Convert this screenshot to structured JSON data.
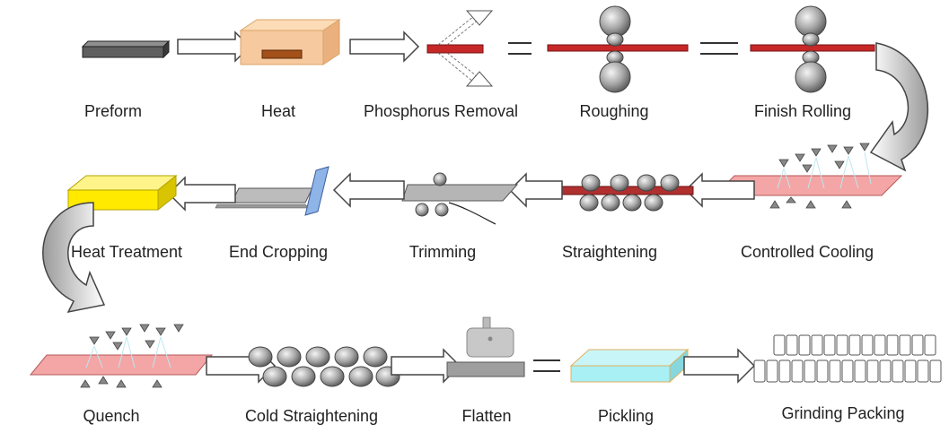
{
  "colors": {
    "preform": "#5f5f5f",
    "heat_box": "#f7c99e",
    "heat_bar": "#a3501a",
    "strip_red": "#c62828",
    "cooling_pad": "#f4a6a6",
    "heat_treatment": "#ffea00",
    "pickling": "#a8f0f4",
    "roller": "#9a9a9a",
    "arrow_fill": "#ffffff",
    "arrow_stroke": "#444444"
  },
  "steps": [
    {
      "id": "preform",
      "label": "Preform",
      "icon": "steel-billet"
    },
    {
      "id": "heat",
      "label": "Heat",
      "icon": "furnace-box"
    },
    {
      "id": "phosphorus",
      "label": "Phosphorus Removal",
      "icon": "water-spray"
    },
    {
      "id": "roughing",
      "label": "Roughing",
      "icon": "roll-stand"
    },
    {
      "id": "finish",
      "label": "Finish Rolling",
      "icon": "roll-stand"
    },
    {
      "id": "cooling",
      "label": "Controlled Cooling",
      "icon": "cooling-sprays"
    },
    {
      "id": "straightening",
      "label": "Straightening",
      "icon": "roller-leveler"
    },
    {
      "id": "trimming",
      "label": "Trimming",
      "icon": "edge-trimmer"
    },
    {
      "id": "cropping",
      "label": "End Cropping",
      "icon": "shear-blade"
    },
    {
      "id": "heattreat",
      "label": "Heat Treatment",
      "icon": "heat-treat-block"
    },
    {
      "id": "quench",
      "label": "Quench",
      "icon": "quench-sprays"
    },
    {
      "id": "coldstraight",
      "label": "Cold Straightening",
      "icon": "roller-leveler"
    },
    {
      "id": "flatten",
      "label": "Flatten",
      "icon": "press"
    },
    {
      "id": "pickling",
      "label": "Pickling",
      "icon": "pickling-tank"
    },
    {
      "id": "grinding",
      "label": "Grinding Packing",
      "icon": "stacked-plates"
    }
  ]
}
